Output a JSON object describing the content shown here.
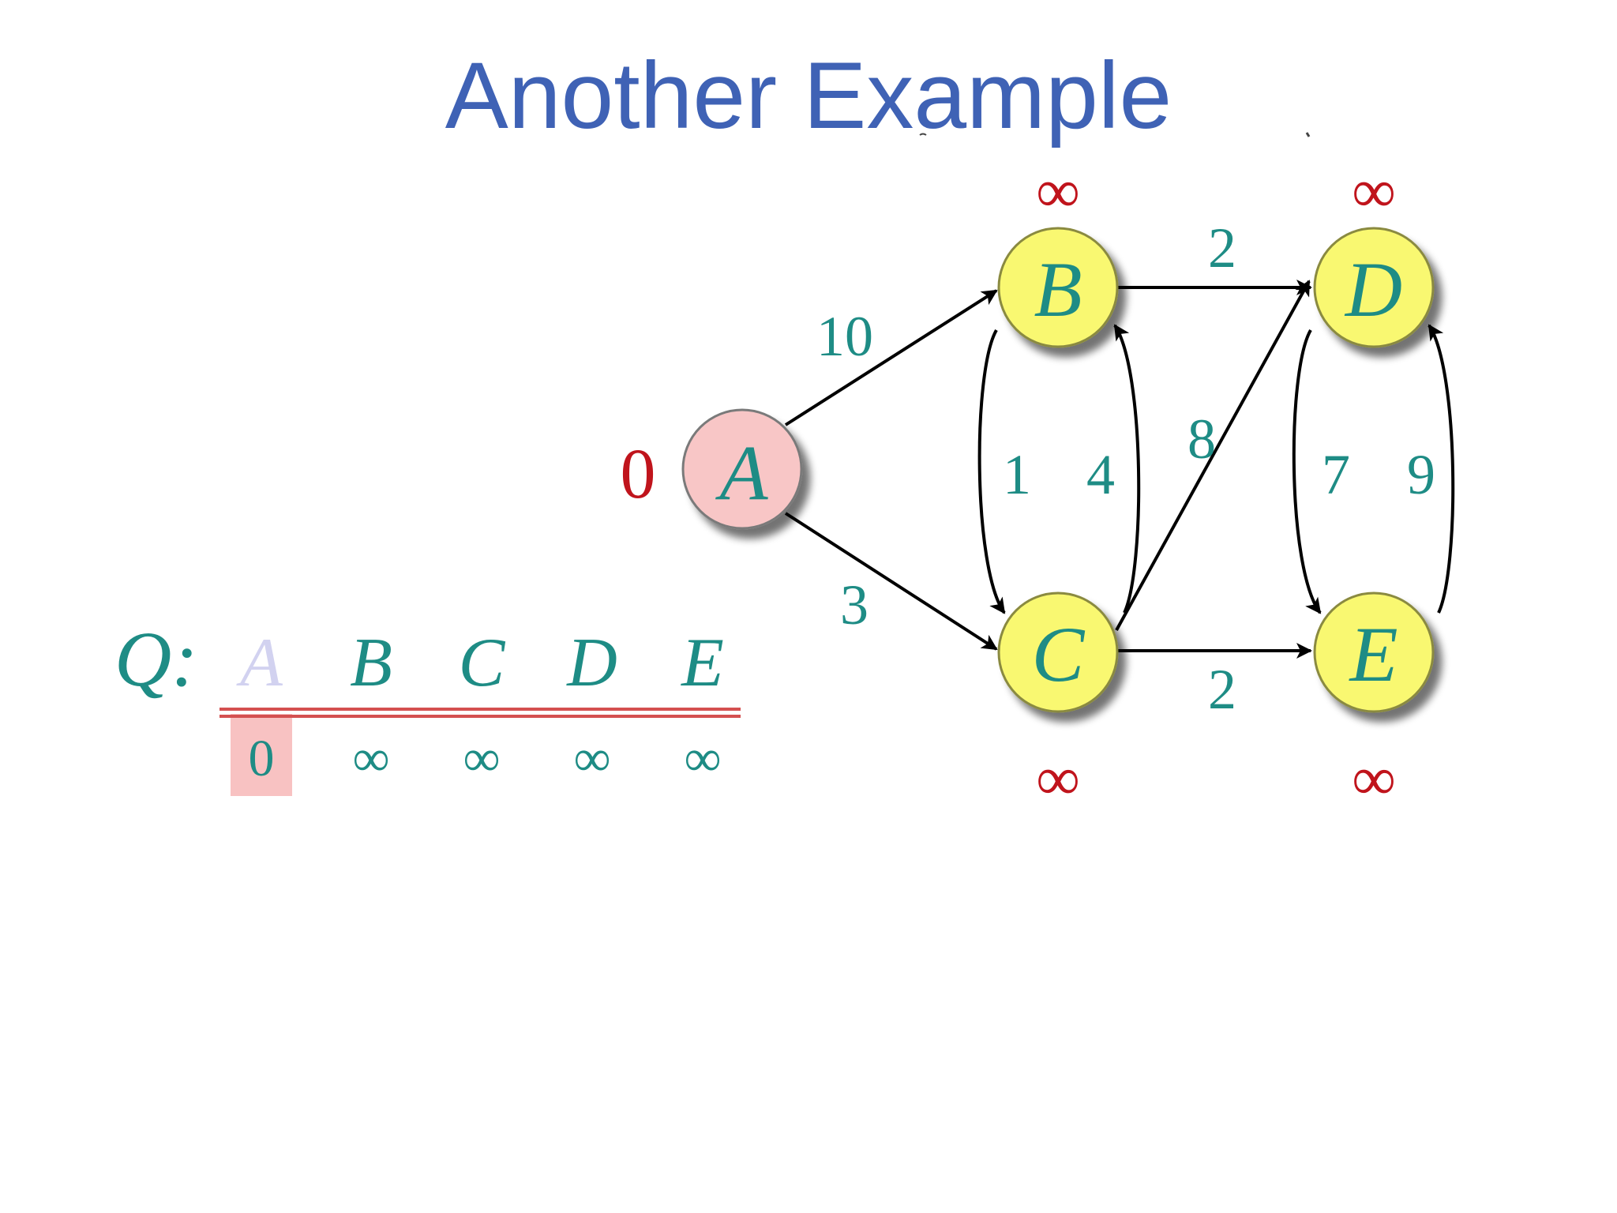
{
  "title": "Another Example",
  "colors": {
    "title": "#3F62B5",
    "teal": "#1E8C85",
    "red": "#C0141C",
    "node_yellow": "#F9F871",
    "node_pink": "#F8C6C6",
    "queue_highlight": "#F8C2C2",
    "faded_label": "#D2D2F0",
    "rule": "#D45050"
  },
  "graph": {
    "nodes": [
      {
        "id": "A",
        "label": "A",
        "distance": "0",
        "fill": "pink"
      },
      {
        "id": "B",
        "label": "B",
        "distance": "∞",
        "fill": "yellow"
      },
      {
        "id": "C",
        "label": "C",
        "distance": "∞",
        "fill": "yellow"
      },
      {
        "id": "D",
        "label": "D",
        "distance": "∞",
        "fill": "yellow"
      },
      {
        "id": "E",
        "label": "E",
        "distance": "∞",
        "fill": "yellow"
      }
    ],
    "edges": [
      {
        "from": "A",
        "to": "B",
        "weight": "10"
      },
      {
        "from": "A",
        "to": "C",
        "weight": "3"
      },
      {
        "from": "B",
        "to": "C",
        "weight": "1"
      },
      {
        "from": "C",
        "to": "B",
        "weight": "4"
      },
      {
        "from": "B",
        "to": "D",
        "weight": "2"
      },
      {
        "from": "C",
        "to": "D",
        "weight": "8"
      },
      {
        "from": "C",
        "to": "E",
        "weight": "2"
      },
      {
        "from": "D",
        "to": "E",
        "weight": "7"
      },
      {
        "from": "E",
        "to": "D",
        "weight": "9"
      }
    ]
  },
  "queue": {
    "label": "Q:",
    "columns": [
      {
        "key": "A",
        "value": "0",
        "extracted": true
      },
      {
        "key": "B",
        "value": "∞",
        "extracted": false
      },
      {
        "key": "C",
        "value": "∞",
        "extracted": false
      },
      {
        "key": "D",
        "value": "∞",
        "extracted": false
      },
      {
        "key": "E",
        "value": "∞",
        "extracted": false
      }
    ]
  }
}
